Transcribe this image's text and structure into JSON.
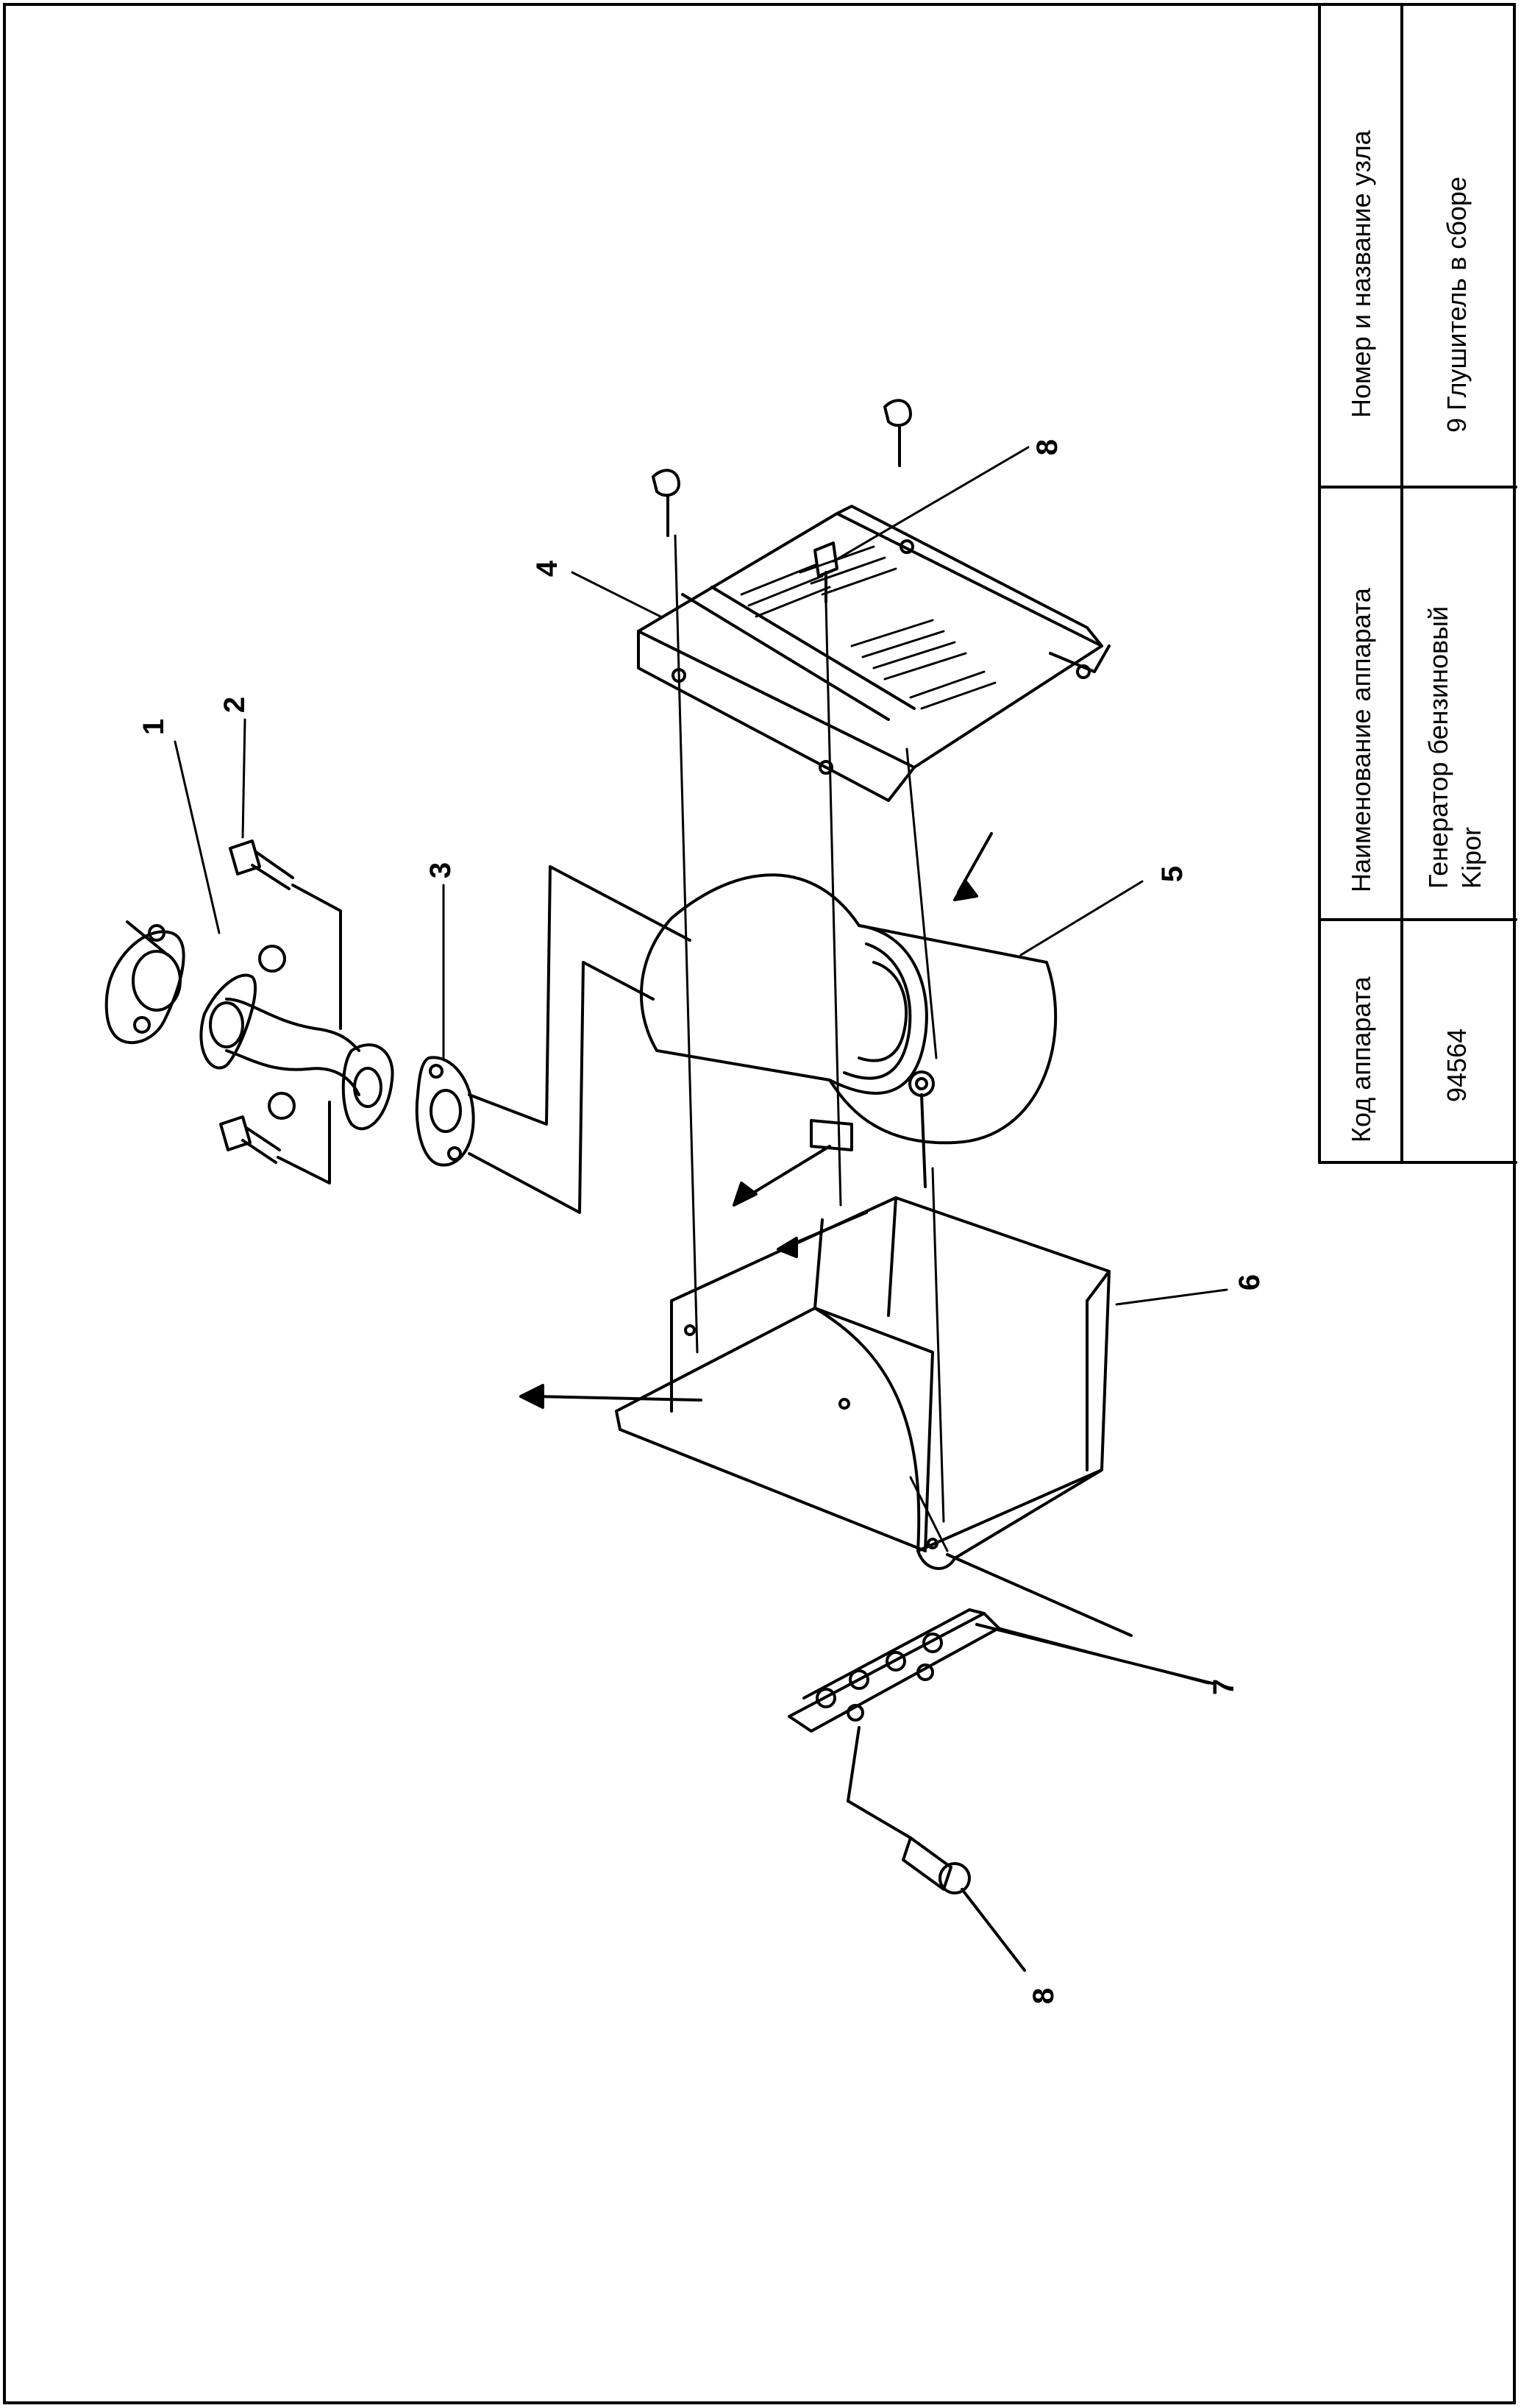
{
  "title_block": {
    "headers": {
      "code": "Код аппарата",
      "name": "Наименование аппарата",
      "unit": "Номер и название узла"
    },
    "values": {
      "code": "94564",
      "name_line1": "Генератор бензиновый",
      "name_line2": "Kipor",
      "unit": "9 Глушитель в сборе"
    }
  },
  "callouts": {
    "c1": "1",
    "c2": "2",
    "c3": "3",
    "c4": "4",
    "c5": "5",
    "c6": "6",
    "c7": "7",
    "c8a": "8",
    "c8b": "8"
  }
}
